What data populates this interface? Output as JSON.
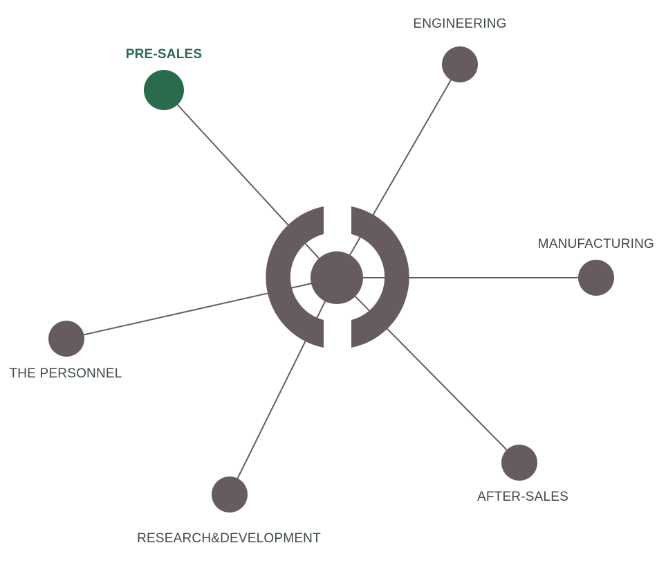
{
  "colors": {
    "node": "#675b62",
    "active": "#2a6b4e",
    "line": "#675b62",
    "label": "#3f4a47",
    "active_label": "#2a6b4e"
  },
  "hub": {
    "icon": "hub-icon"
  },
  "nodes": [
    {
      "id": "pre-sales",
      "label": "PRE-SALES",
      "active": true
    },
    {
      "id": "engineering",
      "label": "ENGINEERING",
      "active": false
    },
    {
      "id": "manufacturing",
      "label": "MANUFACTURING",
      "active": false
    },
    {
      "id": "after-sales",
      "label": "AFTER-SALES",
      "active": false
    },
    {
      "id": "research-development",
      "label": "RESEARCH&DEVELOPMENT",
      "active": false
    },
    {
      "id": "the-personnel",
      "label": "THE PERSONNEL",
      "active": false
    }
  ]
}
